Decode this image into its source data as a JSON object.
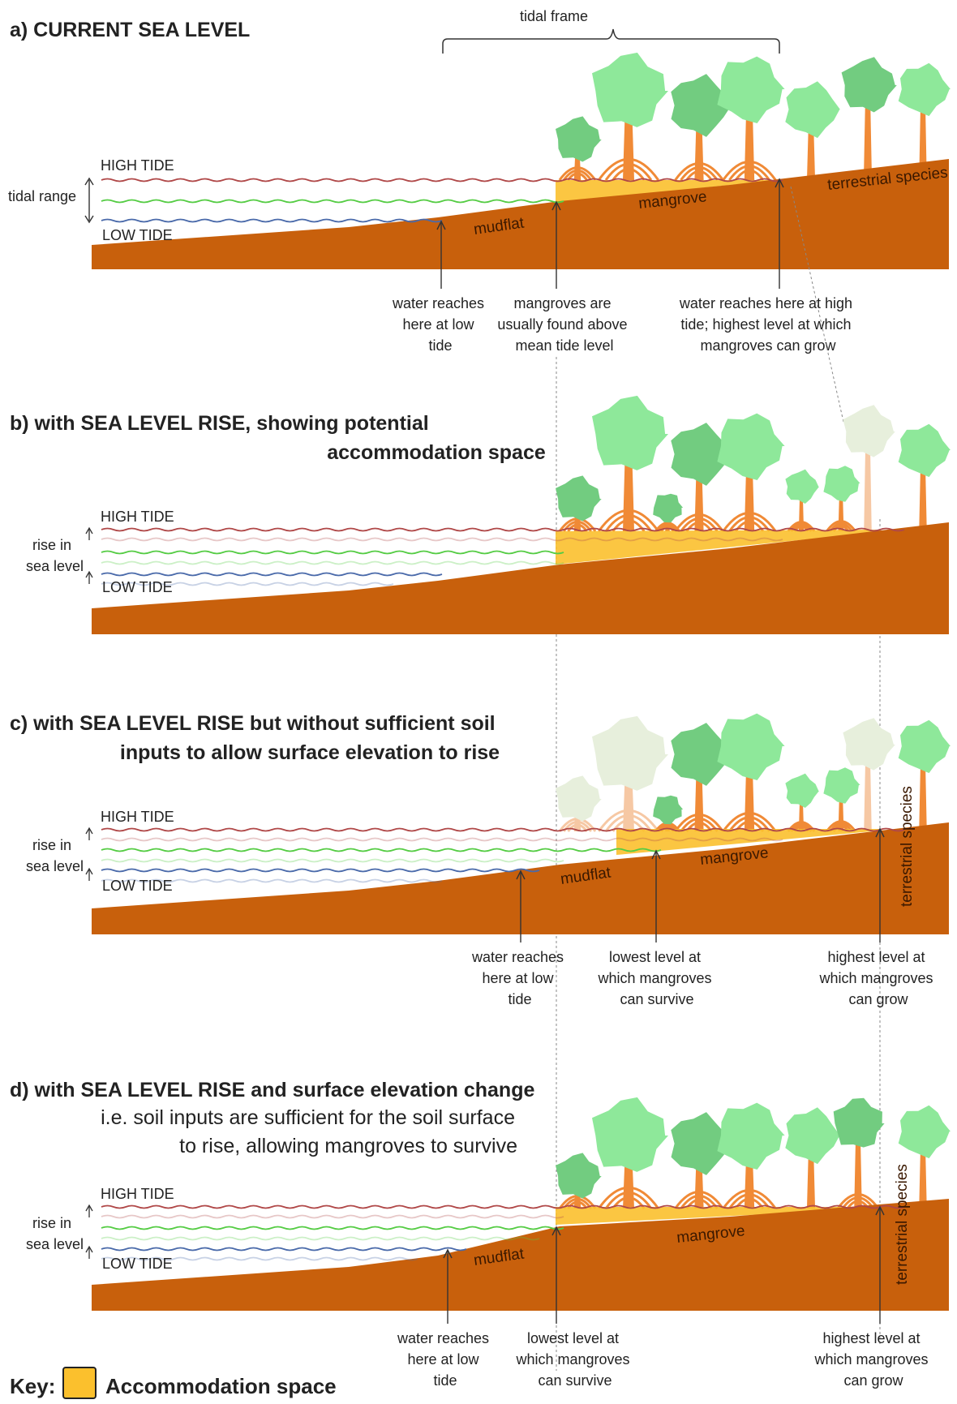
{
  "panels": [
    {
      "id": "a",
      "title": "a) CURRENT SEA LEVEL",
      "subtitle_lines": [],
      "tidal_frame": "tidal frame",
      "left_label_lines": [
        "tidal range"
      ],
      "high_tide": "HIGH TIDE",
      "low_tide": "LOW TIDE",
      "soil_labels": [
        "mudflat",
        "mangrove",
        "terrestrial species"
      ],
      "annotations": [
        [
          "water reaches",
          "here at low",
          "tide"
        ],
        [
          "mangroves are",
          "usually found above",
          "mean tide level"
        ],
        [
          "water reaches here at high",
          "tide; highest level at which",
          "mangroves can grow"
        ]
      ]
    },
    {
      "id": "b",
      "title": "b) with SEA LEVEL RISE, showing potential",
      "subtitle_lines": [
        "accommodation space"
      ],
      "left_label_lines": [
        "rise in",
        "sea level"
      ],
      "high_tide": "HIGH TIDE",
      "low_tide": "LOW TIDE",
      "soil_labels": [],
      "annotations": []
    },
    {
      "id": "c",
      "title": "c) with SEA LEVEL RISE but without sufficient soil",
      "subtitle_lines": [
        "inputs to allow surface elevation to rise"
      ],
      "left_label_lines": [
        "rise in",
        "sea level"
      ],
      "high_tide": "HIGH TIDE",
      "low_tide": "LOW TIDE",
      "soil_labels": [
        "mudflat",
        "mangrove",
        "terrestrial species"
      ],
      "annotations": [
        [
          "water reaches",
          "here at low",
          "tide"
        ],
        [
          "lowest level at",
          "which mangroves",
          "can survive"
        ],
        [
          "highest level at",
          "which mangroves",
          "can grow"
        ]
      ]
    },
    {
      "id": "d",
      "title": "d) with SEA LEVEL RISE and surface elevation change",
      "subtitle_lines": [
        "i.e. soil inputs are sufficient for the soil surface",
        "to rise, allowing mangroves to survive"
      ],
      "left_label_lines": [
        "rise in",
        "sea level"
      ],
      "high_tide": "HIGH TIDE",
      "low_tide": "LOW TIDE",
      "soil_labels": [
        "mudflat",
        "mangrove",
        "terrestrial species"
      ],
      "annotations": [
        [
          "water reaches",
          "here at low",
          "tide"
        ],
        [
          "lowest level at",
          "which mangroves",
          "can survive"
        ],
        [
          "highest level at",
          "which mangroves",
          "can grow"
        ]
      ]
    }
  ],
  "key": {
    "label": "Key:",
    "item": "Accommodation space",
    "color": "#fbc02d"
  },
  "colors": {
    "soil": "#c8600c",
    "high_tide": "#b04848",
    "mean_tide": "#55cc44",
    "low_tide": "#4a6aaa",
    "tree": "#8ee89a",
    "tree_dark": "#72cc80",
    "trunk": "#f08a36",
    "faded_tree": "#e7efdc",
    "faded_trunk": "#f6c8a4"
  }
}
